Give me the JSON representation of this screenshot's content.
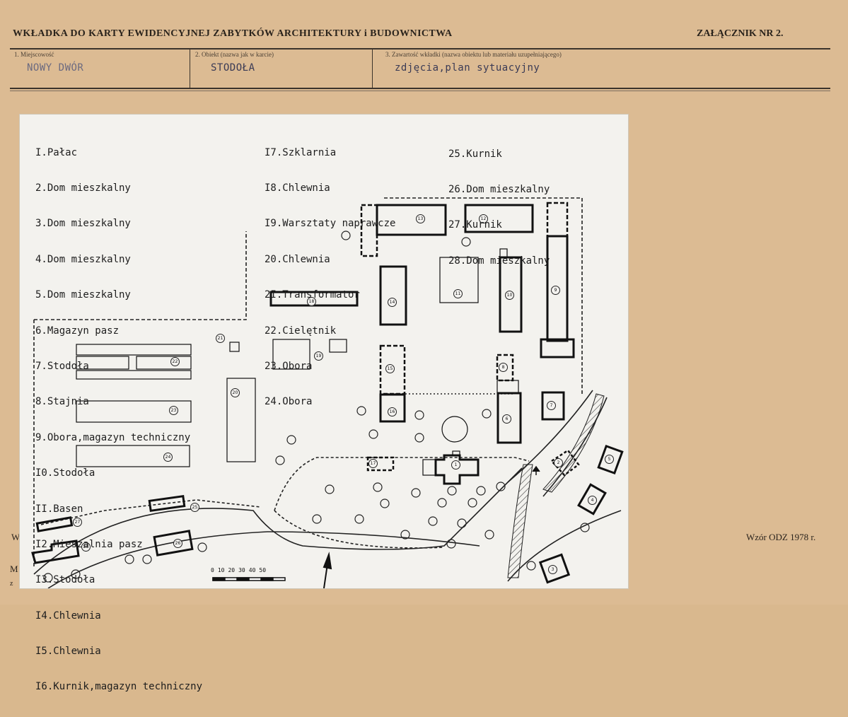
{
  "header": {
    "title": "WKŁADKA DO KARTY EWIDENCYJNEJ ZABYTKÓW ARCHITEKTURY i BUDOWNICTWA",
    "annex": "ZAŁĄCZNIK NR 2."
  },
  "fields": {
    "place_label": "1. Miejscowość",
    "place_value": "NOWY DWÓR",
    "object_label": "2. Obiekt (nazwa jak w karcie)",
    "object_value": "STODOŁA",
    "content_label": "3. Zawartość wkładki (nazwa obiektu lub materiału uzupełniającego)",
    "content_value": "zdjęcia,plan sytuacyjny"
  },
  "footer": {
    "template": "Wzór ODZ 1978 r.",
    "left_w": "W",
    "left_m": "M",
    "left_z": "z"
  },
  "plan": {
    "legend_col1": [
      "I.Pałac",
      "2.Dom mieszkalny",
      "3.Dom mieszkalny",
      "4.Dom mieszkalny",
      "5.Dom mieszkalny",
      "6.Magazyn pasz",
      "7.Stodoła",
      "8.Stajnia",
      "9.Obora,magazyn techniczny",
      "I0.Stodoła",
      "II.Basen",
      "I2.Mieszalnia pasz",
      "I3.Stodoła",
      "I4.Chlewnia",
      "I5.Chlewnia",
      "I6.Kurnik,magazyn techniczny"
    ],
    "legend_col2": [
      "I7.Szklarnia",
      "I8.Chlewnia",
      "I9.Warsztaty naprawcze",
      "20.Chlewnia",
      "2I.Transformator",
      "22.Cielętnik",
      "23.Obora",
      "24.Obora"
    ],
    "legend_col3": [
      "25.Kurnik",
      "26.Dom mieszkalny",
      "27.Kurnik",
      "28.Dom mieszkalny"
    ],
    "scale_labels": [
      "0",
      "10",
      "20",
      "30",
      "40",
      "50"
    ],
    "building_numbers": [
      "1",
      "2",
      "3",
      "4",
      "5",
      "6",
      "7",
      "8",
      "9",
      "10",
      "11",
      "12",
      "13",
      "14",
      "15",
      "16",
      "17",
      "18",
      "19",
      "20",
      "21",
      "22",
      "23",
      "24",
      "25",
      "26",
      "27",
      "28"
    ]
  }
}
